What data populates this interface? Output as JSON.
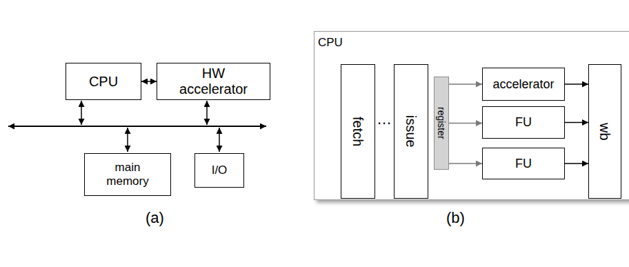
{
  "diagram": {
    "nodes": [
      {
        "text": [
          "CPU"
        ]
      },
      {
        "text": [
          "HW accelerator"
        ]
      },
      {
        "text": [
          "main memory"
        ]
      },
      {
        "text": [
          "I/O"
        ]
      },
      {
        "text": [
          "CPU"
        ]
      },
      {
        "text": [
          "fetch"
        ],
        "in": 4
      },
      {
        "text": [
          "issue"
        ],
        "in": 4
      },
      {
        "text": [
          "register"
        ],
        "in": 4
      },
      {
        "text": [
          "accelerator"
        ],
        "in": 4
      },
      {
        "text": [
          "FU"
        ],
        "in": 4
      },
      {
        "text": [
          "FU"
        ],
        "in": 4
      },
      {
        "text": [
          "wb"
        ],
        "in": 4
      }
    ],
    "edges": [
      {
        "from": 0,
        "to": 1,
        "arrow": "both"
      },
      {
        "from": 7,
        "to": 8,
        "arrow": "to"
      },
      {
        "from": 7,
        "to": 9,
        "arrow": "to"
      },
      {
        "from": 7,
        "to": 10,
        "arrow": "to"
      },
      {
        "from": 8,
        "to": 11,
        "arrow": "to"
      },
      {
        "from": 9,
        "to": 11,
        "arrow": "to"
      },
      {
        "from": 10,
        "to": 11,
        "arrow": "to"
      }
    ],
    "labels": [
      "…",
      "(a)",
      "(b)"
    ]
  }
}
